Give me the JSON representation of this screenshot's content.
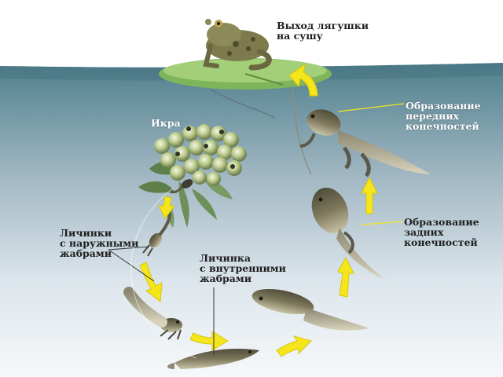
{
  "labels": {
    "frog_exit": "Выход лягушки\nна сушу",
    "front_limbs": "Образование\nпередних\nконечностей",
    "roe": "Икра",
    "hind_limbs": "Образование\nзадних\nконечностей",
    "external_gills": "Личинки\nс наружными\nжабрами",
    "internal_gills": "Личинка\nс внутренними\nжабрами"
  },
  "colors": {
    "water_surface": "#4f7f8c",
    "water_deep": "#eef2f5",
    "lily_pad": "#7fb55a",
    "arrow": "#f5e51b",
    "frog": "#7d7a4c",
    "tadpole": "#6f6b52",
    "leader_line": "#f3e71d"
  },
  "icons": [
    "frog-icon",
    "lily-pad-icon",
    "roe-cluster-icon",
    "tadpole-icon",
    "cycle-arrow-icon"
  ]
}
